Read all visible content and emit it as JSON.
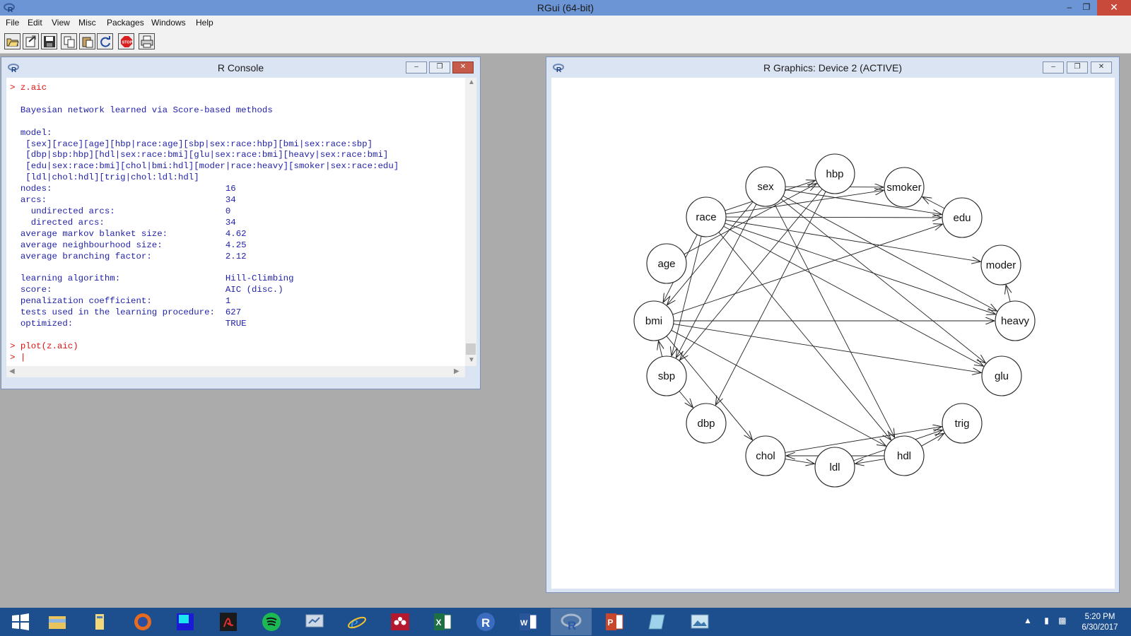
{
  "app": {
    "title": "RGui (64-bit)"
  },
  "menu": [
    "File",
    "Edit",
    "View",
    "Misc",
    "Packages",
    "Windows",
    "Help"
  ],
  "toolbar": {
    "buttons": [
      "open-script",
      "load-workspace",
      "save-workspace",
      "copy",
      "paste",
      "copy-paste",
      "stop",
      "print"
    ]
  },
  "console": {
    "title": "R Console",
    "lines": [
      {
        "t": "> z.aic",
        "prompt": true
      },
      {
        "t": "",
        "prompt": false
      },
      {
        "t": "  Bayesian network learned via Score-based methods",
        "prompt": false
      },
      {
        "t": "",
        "prompt": false
      },
      {
        "t": "  model:",
        "prompt": false
      },
      {
        "t": "   [sex][race][age][hbp|race:age][sbp|sex:race:hbp][bmi|sex:race:sbp]",
        "prompt": false
      },
      {
        "t": "   [dbp|sbp:hbp][hdl|sex:race:bmi][glu|sex:race:bmi][heavy|sex:race:bmi]",
        "prompt": false
      },
      {
        "t": "   [edu|sex:race:bmi][chol|bmi:hdl][moder|race:heavy][smoker|sex:race:edu]",
        "prompt": false
      },
      {
        "t": "   [ldl|chol:hdl][trig|chol:ldl:hdl]",
        "prompt": false
      },
      {
        "t": "  nodes:                                 16",
        "prompt": false
      },
      {
        "t": "  arcs:                                  34",
        "prompt": false
      },
      {
        "t": "    undirected arcs:                     0",
        "prompt": false
      },
      {
        "t": "    directed arcs:                       34",
        "prompt": false
      },
      {
        "t": "  average markov blanket size:           4.62",
        "prompt": false
      },
      {
        "t": "  average neighbourhood size:            4.25",
        "prompt": false
      },
      {
        "t": "  average branching factor:              2.12",
        "prompt": false
      },
      {
        "t": "",
        "prompt": false
      },
      {
        "t": "  learning algorithm:                    Hill-Climbing",
        "prompt": false
      },
      {
        "t": "  score:                                 AIC (disc.)",
        "prompt": false
      },
      {
        "t": "  penalization coefficient:              1",
        "prompt": false
      },
      {
        "t": "  tests used in the learning procedure:  627",
        "prompt": false
      },
      {
        "t": "  optimized:                             TRUE",
        "prompt": false
      },
      {
        "t": "",
        "prompt": false
      },
      {
        "t": "> plot(z.aic)",
        "prompt": true
      },
      {
        "t": "> |",
        "prompt": true
      }
    ]
  },
  "graphics": {
    "title": "R Graphics: Device 2 (ACTIVE)",
    "nodes": [
      "sex",
      "hbp",
      "smoker",
      "race",
      "edu",
      "age",
      "moder",
      "bmi",
      "heavy",
      "sbp",
      "glu",
      "dbp",
      "trig",
      "chol",
      "hdl",
      "ldl"
    ],
    "arcs": [
      [
        "race",
        "hbp"
      ],
      [
        "age",
        "hbp"
      ],
      [
        "sex",
        "sbp"
      ],
      [
        "race",
        "sbp"
      ],
      [
        "hbp",
        "sbp"
      ],
      [
        "sex",
        "bmi"
      ],
      [
        "race",
        "bmi"
      ],
      [
        "sbp",
        "bmi"
      ],
      [
        "sbp",
        "dbp"
      ],
      [
        "hbp",
        "dbp"
      ],
      [
        "sex",
        "hdl"
      ],
      [
        "race",
        "hdl"
      ],
      [
        "bmi",
        "hdl"
      ],
      [
        "sex",
        "glu"
      ],
      [
        "race",
        "glu"
      ],
      [
        "bmi",
        "glu"
      ],
      [
        "sex",
        "heavy"
      ],
      [
        "race",
        "heavy"
      ],
      [
        "bmi",
        "heavy"
      ],
      [
        "sex",
        "edu"
      ],
      [
        "race",
        "edu"
      ],
      [
        "bmi",
        "edu"
      ],
      [
        "bmi",
        "chol"
      ],
      [
        "hdl",
        "chol"
      ],
      [
        "race",
        "moder"
      ],
      [
        "heavy",
        "moder"
      ],
      [
        "sex",
        "smoker"
      ],
      [
        "race",
        "smoker"
      ],
      [
        "edu",
        "smoker"
      ],
      [
        "chol",
        "ldl"
      ],
      [
        "hdl",
        "ldl"
      ],
      [
        "chol",
        "trig"
      ],
      [
        "ldl",
        "trig"
      ],
      [
        "hdl",
        "trig"
      ]
    ]
  },
  "taskbar": {
    "apps": [
      "start",
      "file-explorer",
      "folder",
      "firefox",
      "app-blue",
      "acrobat",
      "spotify",
      "presentation",
      "internet-explorer",
      "mendeley",
      "excel",
      "r-app",
      "word",
      "rgui",
      "powerpoint",
      "notepad",
      "photos"
    ],
    "active": "rgui",
    "time": "5:20 PM",
    "date": "6/30/2017"
  }
}
